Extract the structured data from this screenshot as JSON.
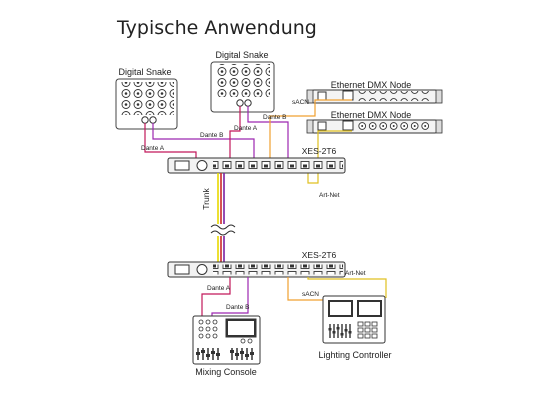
{
  "title": "Typische Anwendung",
  "devices": {
    "snake_left": "Digital Snake",
    "snake_right": "Digital Snake",
    "dmx_node_1": "Ethernet DMX Node",
    "dmx_node_2": "Ethernet DMX Node",
    "xes_top": "XES-2T6",
    "xes_bottom": "XES-2T6",
    "mixing_console": "Mixing Console",
    "lighting_controller": "Lighting Controller"
  },
  "cables": {
    "dante_a_left": "Dante A",
    "dante_b_left": "Dante B",
    "dante_a_right": "Dante A",
    "dante_b_right": "Dante B",
    "sacn_top": "sACN",
    "artnet_top": "Art-Net",
    "trunk": "Trunk",
    "dante_a_bottom": "Dante A",
    "dante_b_bottom": "Dante B",
    "artnet_bottom": "Art-Net",
    "sacn_bottom": "sACN"
  },
  "colors": {
    "dante_a": "#c2185b",
    "dante_b": "#9c27b0",
    "sacn": "#f0a030",
    "artnet": "#e0c020",
    "trunk_1": "#e8d800",
    "trunk_2": "#cc2a2a",
    "trunk_3": "#7b1fa2"
  }
}
